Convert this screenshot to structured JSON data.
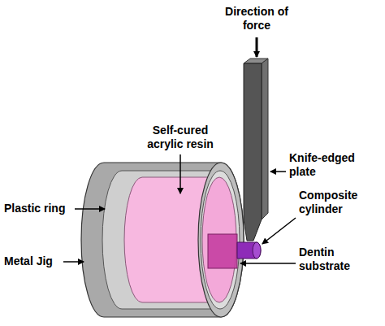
{
  "diagram": {
    "labels": [
      "Direction of force",
      "Self-cured acrylic resin",
      "Knife-edged plate",
      "Plastic ring",
      "Composite cylinder",
      "Metal Jig",
      "Dentin substrate"
    ]
  }
}
